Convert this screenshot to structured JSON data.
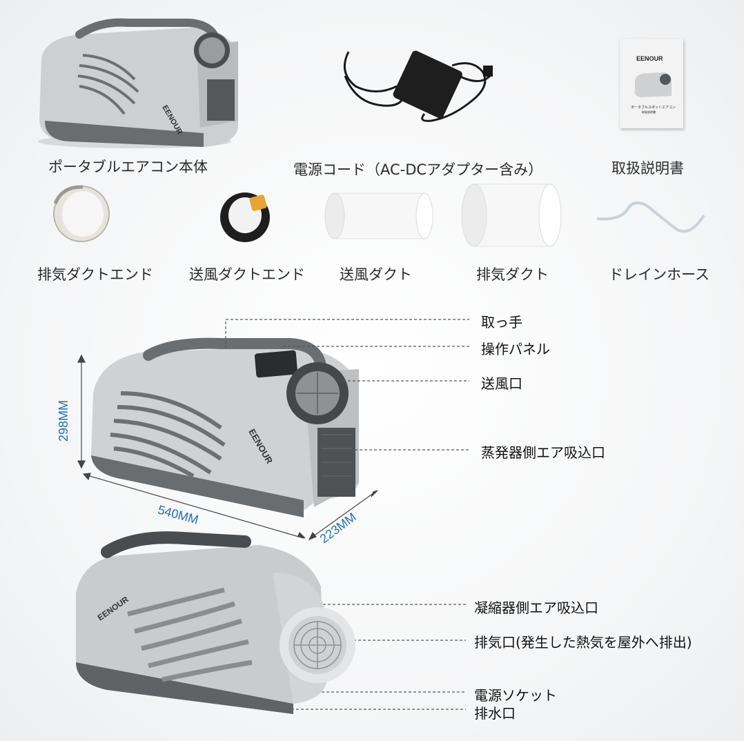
{
  "accessories": {
    "main_unit": "ポータブルエアコン本体",
    "power_cord": "電源コード（AC-DCアダプター含み）",
    "manual": "取扱説明書",
    "exhaust_duct_end": "排気ダクトエンド",
    "supply_duct_end": "送風ダクトエンド",
    "supply_duct": "送風ダクト",
    "exhaust_duct": "排気ダクト",
    "drain_hose": "ドレインホース"
  },
  "manual_cover": {
    "brand": "EENOUR",
    "title": "ポータブルスポットエアコン",
    "subtitle": "取扱説明書"
  },
  "brand_on_unit": "EENOUR",
  "front_callouts": {
    "handle": "取っ手",
    "control_panel": "操作パネル",
    "air_outlet": "送風口",
    "evaporator_intake": "蒸発器側エア吸込口"
  },
  "dimensions": {
    "height": "298MM",
    "width": "540MM",
    "depth": "223MM"
  },
  "rear_callouts": {
    "condenser_intake": "凝縮器側エア吸込口",
    "exhaust_port": "排気口(発生した熱気を屋外へ排出)",
    "power_socket": "電源ソケット",
    "drain_port": "排水口"
  },
  "colors": {
    "body": "#c9cbcd",
    "body_dark": "#5a5d60",
    "dimension_text": "#1f6fb8",
    "leader_line": "#555555"
  }
}
